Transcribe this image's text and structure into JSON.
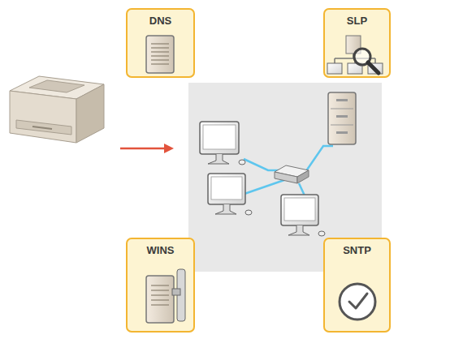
{
  "diagram": {
    "nodes": [
      {
        "text": [
          "DNS"
        ]
      },
      {
        "text": [
          "SLP"
        ]
      },
      {
        "text": [
          "WINS"
        ]
      },
      {
        "text": [
          "SNTP"
        ]
      }
    ]
  }
}
